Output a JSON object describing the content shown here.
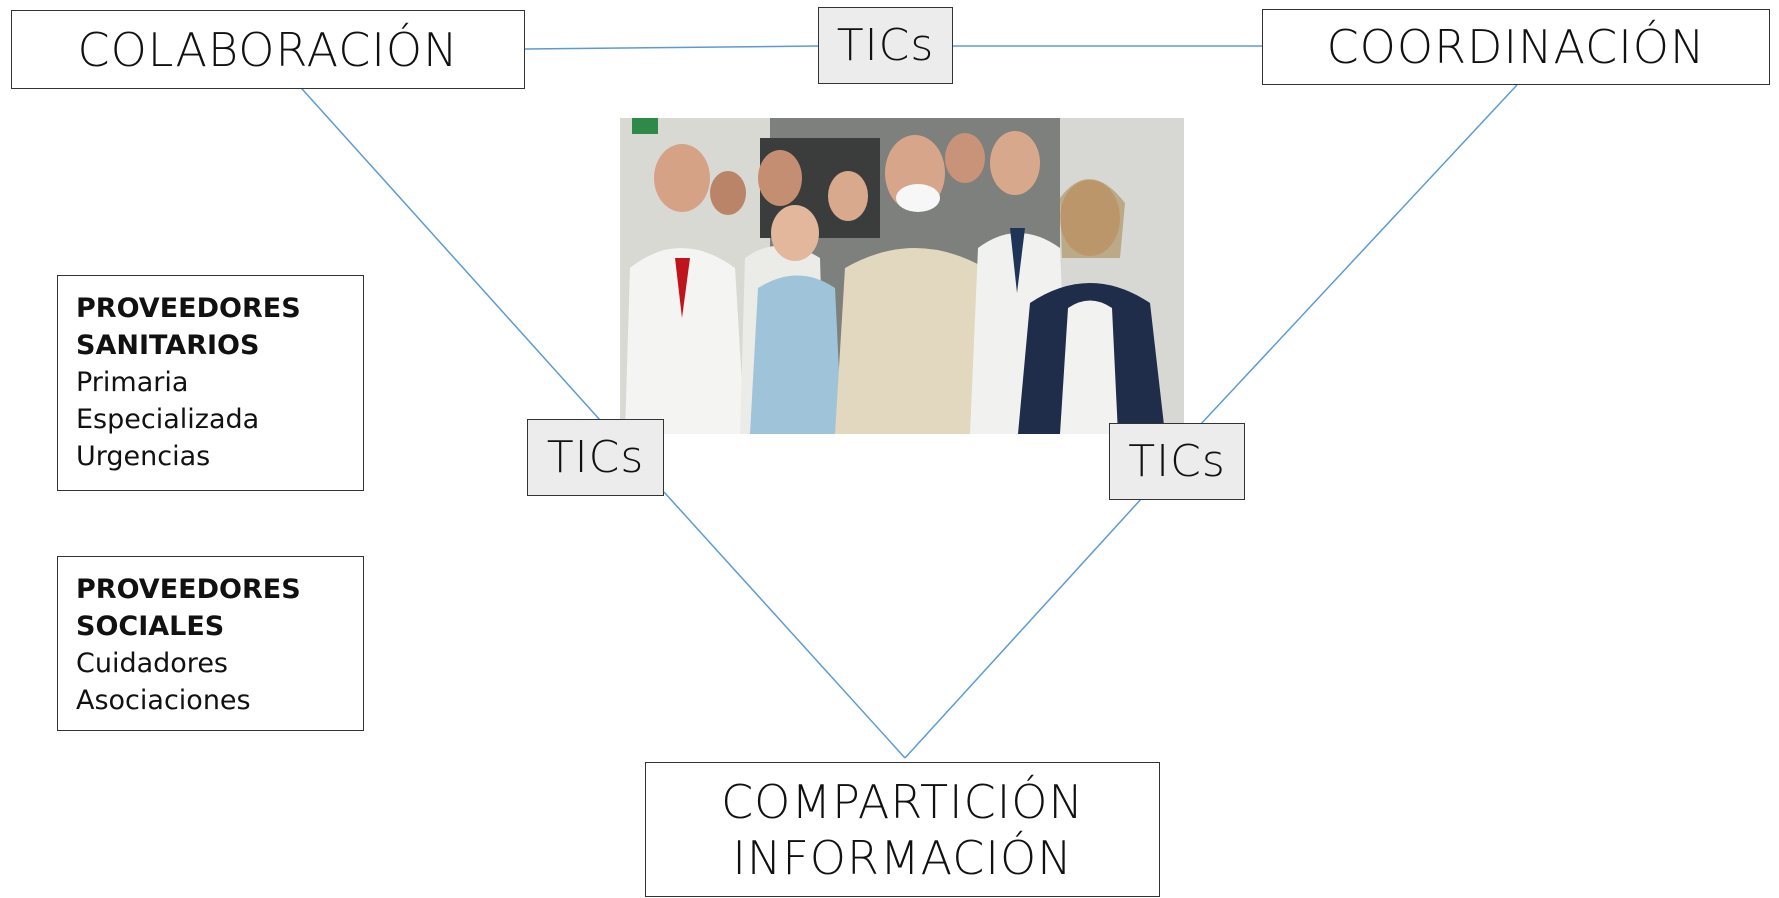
{
  "diagram": {
    "top_left": "COLABORACIÓN",
    "top_right": "COORDINACIÓN",
    "bottom_line1": "COMPARTICIÓN",
    "bottom_line2": "INFORMACIÓN",
    "tics_top": "TICs",
    "tics_left": "TICs",
    "tics_right": "TICs"
  },
  "panels": {
    "sanitarios": {
      "heading1": "PROVEEDORES",
      "heading2": "SANITARIOS",
      "items": [
        "Primaria",
        "Especializada",
        "Urgencias"
      ]
    },
    "sociales": {
      "heading1": "PROVEEDORES",
      "heading2": "SOCIALES",
      "items": [
        "Cuidadores",
        "Asociaciones"
      ]
    }
  },
  "colors": {
    "connector": "#5b9bd5",
    "border": "#333333",
    "tics_fill": "#ececec"
  }
}
